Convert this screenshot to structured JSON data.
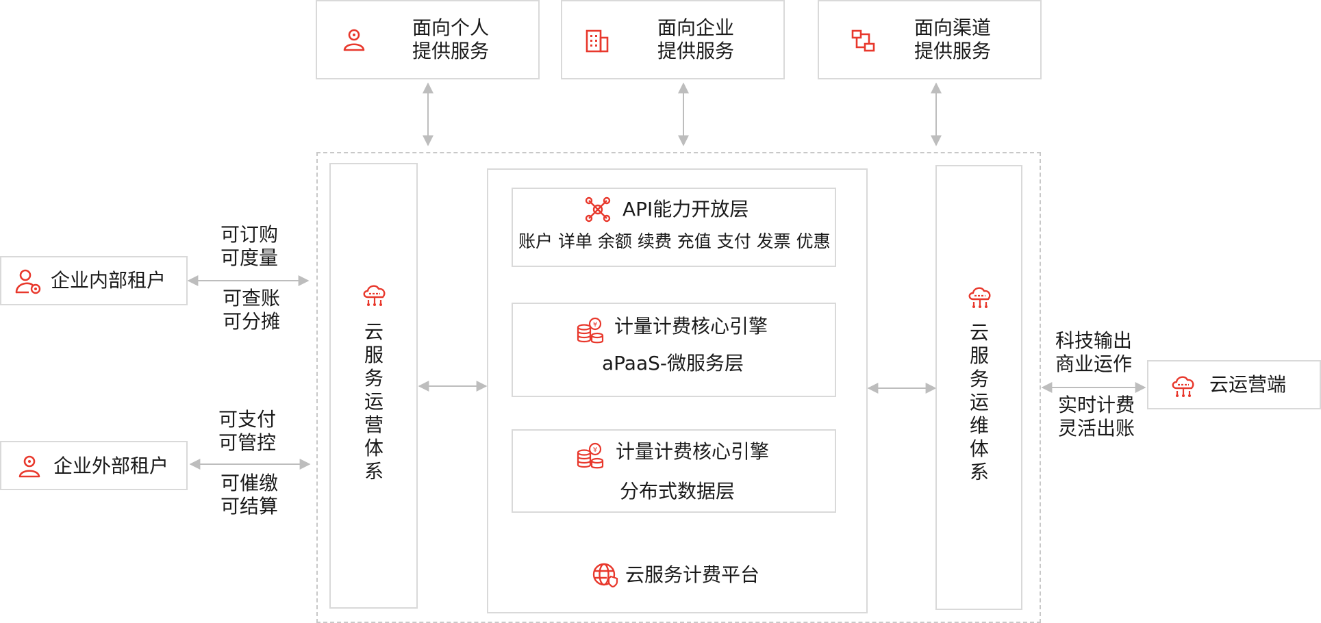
{
  "colors": {
    "accent": "#e8382c",
    "border": "#d9d9d9",
    "dashed": "#c8c8c8",
    "arrow": "#bdbdbd",
    "text": "#1a1a1a"
  },
  "top_services": {
    "personal": {
      "line1": "面向个人",
      "line2": "提供服务",
      "icon": "user-icon"
    },
    "enterprise": {
      "line1": "面向企业",
      "line2": "提供服务",
      "icon": "building-icon"
    },
    "channel": {
      "line1": "面向渠道",
      "line2": "提供服务",
      "icon": "channel-icon"
    }
  },
  "left_tenants": {
    "internal": {
      "label": "企业内部租户",
      "icon": "user-gear-icon",
      "notes_top": [
        "可订购",
        "可度量"
      ],
      "notes_bottom": [
        "可查账",
        "可分摊"
      ]
    },
    "external": {
      "label": "企业外部租户",
      "icon": "user-icon",
      "notes_top": [
        "可支付",
        "可管控"
      ],
      "notes_bottom": [
        "可催缴",
        "可结算"
      ]
    }
  },
  "right_end": {
    "label": "云运营端",
    "icon": "cloud-network-icon",
    "notes_top": [
      "科技输出",
      "商业运作"
    ],
    "notes_bottom": [
      "实时计费",
      "灵活出账"
    ]
  },
  "columns": {
    "ops": {
      "title": "云服务运营体系",
      "icon": "cloud-network-icon"
    },
    "maint": {
      "title": "云服务运维体系",
      "icon": "cloud-network-icon"
    }
  },
  "platform": {
    "title": "云服务计费平台",
    "icon": "globe-shield-icon",
    "api_layer": {
      "title": "API能力开放层",
      "icon": "network-nodes-icon",
      "items": "账户 详单 余额 续费 充值 支付 发票 优惠"
    },
    "engine1": {
      "title": "计量计费核心引擎",
      "subtitle": "aPaaS-微服务层",
      "icon": "coins-icon"
    },
    "engine2": {
      "title": "计量计费核心引擎",
      "subtitle": "分布式数据层",
      "icon": "coins-icon"
    }
  }
}
